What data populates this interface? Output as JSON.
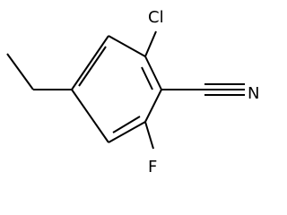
{
  "molecule": {
    "atoms": {
      "chlorine": "Cl",
      "nitrogen": "N",
      "fluorine": "F"
    },
    "colors": {
      "bond": "#000000",
      "label": "#000000",
      "background": "#ffffff"
    }
  }
}
